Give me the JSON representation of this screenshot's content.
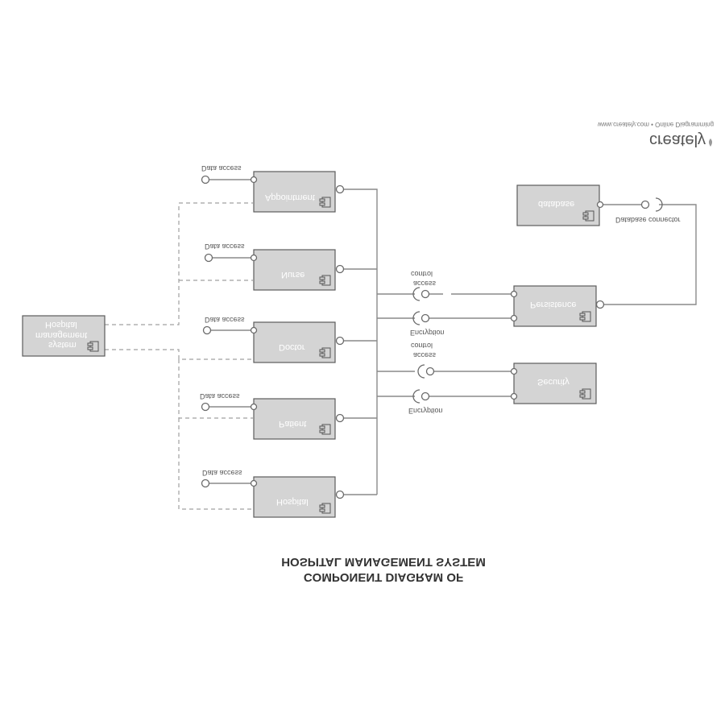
{
  "diagram_title": {
    "line1": "COMPONENT DIAGRAM OF",
    "line2": "HOSPITAL MANAGEMENT SYSTEM"
  },
  "branding": {
    "logo": "creately",
    "tagline": "www.creately.com • Online Diagramming"
  },
  "components": {
    "hospital_mgmt": [
      "Hospital",
      "management",
      "system"
    ],
    "appointment": "Appointment",
    "nurse": "Nurse",
    "doctor": "Doctor",
    "patient": "Patient",
    "hospital": "Hospital",
    "persistence": "Persistence",
    "security": "Security",
    "database": "database"
  },
  "interfaces": {
    "data_access_appointment": "Data access",
    "data_access_nurse": "Data access",
    "data_access_doctor": "Data access",
    "data_access_patient": "Data access",
    "data_access_hospital": "Data access",
    "database_connector": "Database connector",
    "persistence_control": [
      "control",
      "access"
    ],
    "persistence_encryption": "Encryption",
    "security_control": [
      "control",
      "access"
    ],
    "security_encryption": "Encryption"
  },
  "colors": {
    "component_fill": "#d4d4d4",
    "component_border": "#5c5c5c",
    "connector": "#8a8a8a"
  }
}
